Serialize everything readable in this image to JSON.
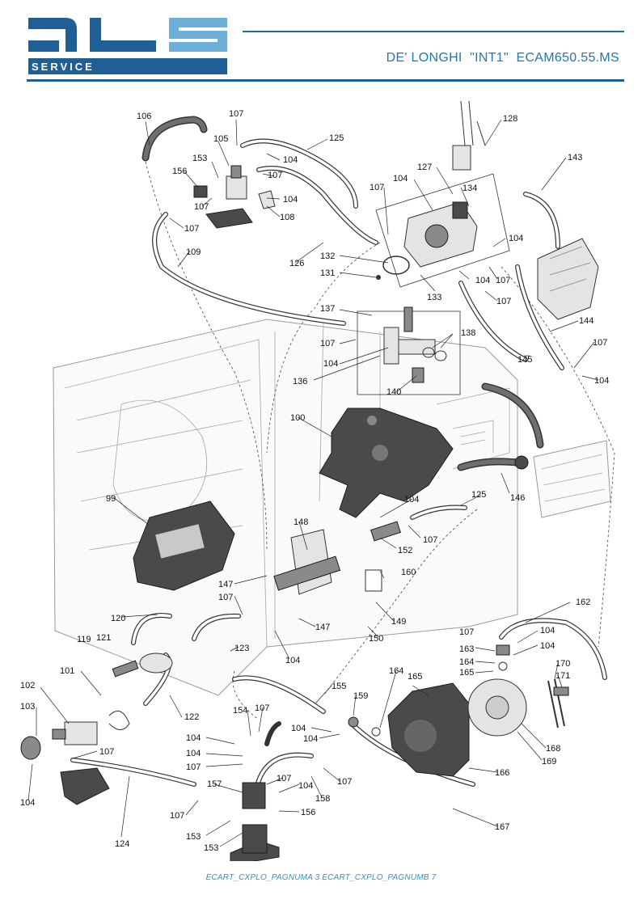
{
  "header": {
    "logo_text": "SERVICE",
    "logo_mark": "DLS",
    "model_title": "DE' LONGHI  \"INT1\"  ECAM650.55.MS"
  },
  "callouts": [
    "99",
    "100",
    "101",
    "102",
    "103",
    "104",
    "105",
    "106",
    "107",
    "108",
    "109",
    "119",
    "120",
    "121",
    "122",
    "123",
    "124",
    "125",
    "126",
    "127",
    "128",
    "131",
    "132",
    "133",
    "134",
    "136",
    "137",
    "138",
    "140",
    "143",
    "144",
    "145",
    "146",
    "147",
    "148",
    "149",
    "150",
    "152",
    "153",
    "154",
    "155",
    "156",
    "157",
    "158",
    "159",
    "160",
    "162",
    "163",
    "164",
    "165",
    "166",
    "167",
    "168",
    "169",
    "170",
    "171"
  ],
  "footer": {
    "reference": "ECART_CXPLO_PAGNUMA 3 ECART_CXPLO_PAGNUMB 7"
  },
  "colors": {
    "brand_blue": "#1f5f95",
    "title_blue": "#2176b5",
    "footer_blue": "#3b8bc8"
  }
}
